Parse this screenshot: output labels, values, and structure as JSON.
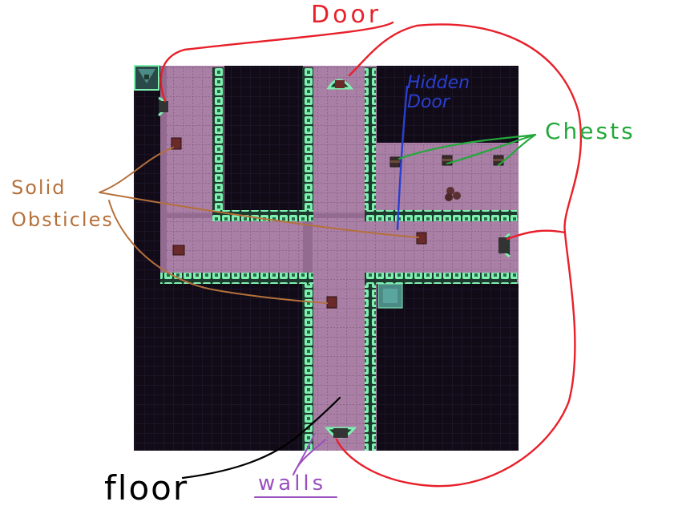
{
  "labels": {
    "door": "Door",
    "hidden_door": "Hidden Door",
    "chests": "Chests",
    "solid_obstacles": "Solid Obsticles",
    "floor": "floor",
    "walls": "walls"
  },
  "colors": {
    "void": "#110b18",
    "floor": "#a97fa6",
    "floor_dark": "#936a90",
    "wall_stud": "#7ef0b0",
    "wall_dark": "#1e3a2e",
    "door_annotation": "#e8202a",
    "hidden_door_annotation": "#2a3fd0",
    "chests_annotation": "#22a83a",
    "obstacles_annotation": "#b5703a",
    "floor_annotation": "#000000",
    "walls_annotation": "#9a50c0"
  },
  "icons": {
    "door": "door-icon",
    "chest": "chest-icon",
    "obstacle": "crate-icon",
    "barrels": "barrels-icon",
    "teleport_pad": "teleport-pad-icon",
    "corner_marker": "corner-marker-icon"
  }
}
